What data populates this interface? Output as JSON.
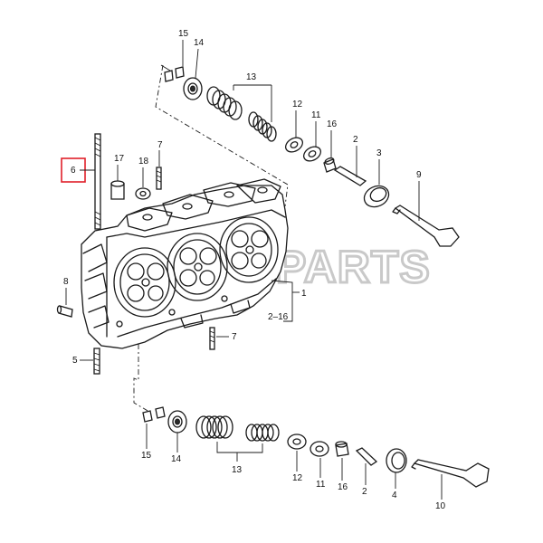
{
  "watermark": "PARTS",
  "callouts": {
    "n1": "1",
    "n2": "2",
    "n2b": "2",
    "n2_16": "2–16",
    "n3": "3",
    "n4": "4",
    "n5": "5",
    "n6": "6",
    "n7a": "7",
    "n7b": "7",
    "n8": "8",
    "n9": "9",
    "n10": "10",
    "n11a": "11",
    "n11b": "11",
    "n12a": "12",
    "n12b": "12",
    "n13a": "13",
    "n13b": "13",
    "n14a": "14",
    "n14b": "14",
    "n15a": "15",
    "n15b": "15",
    "n16a": "16",
    "n16b": "16",
    "n17": "17",
    "n18": "18"
  },
  "colors": {
    "line": "#1a1a1a",
    "highlight": "#e0202a",
    "watermark": "#c9c9c9"
  }
}
